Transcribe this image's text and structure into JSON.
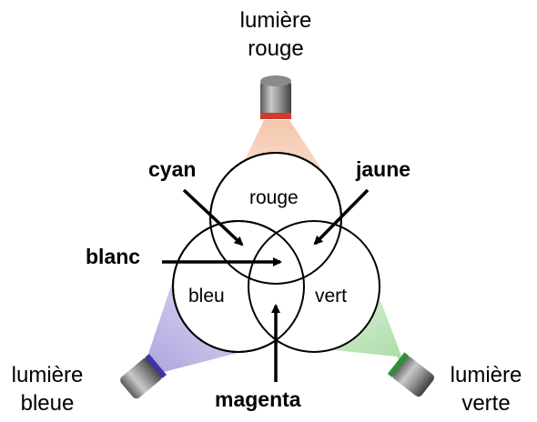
{
  "lights": {
    "red": {
      "line1": "lumière",
      "line2": "rouge"
    },
    "blue": {
      "line1": "lumière",
      "line2": "bleue"
    },
    "green": {
      "line1": "lumière",
      "line2": "verte"
    }
  },
  "circles": {
    "red": "rouge",
    "blue": "bleu",
    "green": "vert"
  },
  "mixes": {
    "cyan": "cyan",
    "yellow": "jaune",
    "white": "blanc",
    "magenta": "magenta"
  },
  "colors": {
    "red_beam": "#f2c7ae",
    "blue_beam": "#b9b0dc",
    "green_beam": "#b9dcb4",
    "red_rim": "#d13a2c",
    "blue_rim": "#3d36a6",
    "green_rim": "#2f8f3a"
  }
}
